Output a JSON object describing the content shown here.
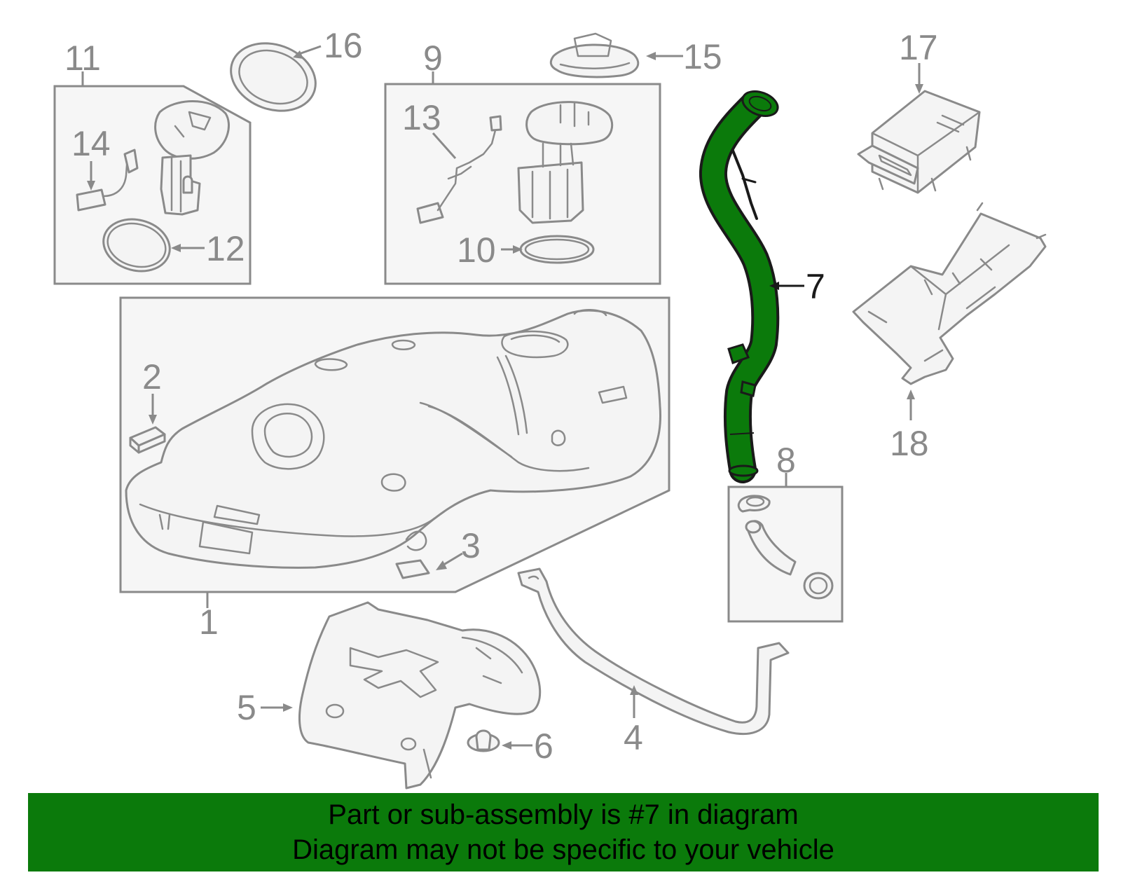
{
  "diagram": {
    "callouts": [
      {
        "id": "1",
        "label": "1"
      },
      {
        "id": "2",
        "label": "2"
      },
      {
        "id": "3",
        "label": "3"
      },
      {
        "id": "4",
        "label": "4"
      },
      {
        "id": "5",
        "label": "5"
      },
      {
        "id": "6",
        "label": "6"
      },
      {
        "id": "7",
        "label": "7"
      },
      {
        "id": "8",
        "label": "8"
      },
      {
        "id": "9",
        "label": "9"
      },
      {
        "id": "10",
        "label": "10"
      },
      {
        "id": "11",
        "label": "11"
      },
      {
        "id": "12",
        "label": "12"
      },
      {
        "id": "13",
        "label": "13"
      },
      {
        "id": "14",
        "label": "14"
      },
      {
        "id": "15",
        "label": "15"
      },
      {
        "id": "16",
        "label": "16"
      },
      {
        "id": "17",
        "label": "17"
      },
      {
        "id": "18",
        "label": "18"
      }
    ],
    "highlighted_part": "7"
  },
  "banner": {
    "line1": "Part or sub-assembly is #7 in diagram",
    "line2": "Diagram may not be specific to your vehicle"
  },
  "colors": {
    "line": "#8a8a8a",
    "highlight_fill": "#0b7a0b",
    "banner_background": "#0b7a0b",
    "banner_text": "#000000",
    "box_fill": "#f6f6f6"
  }
}
